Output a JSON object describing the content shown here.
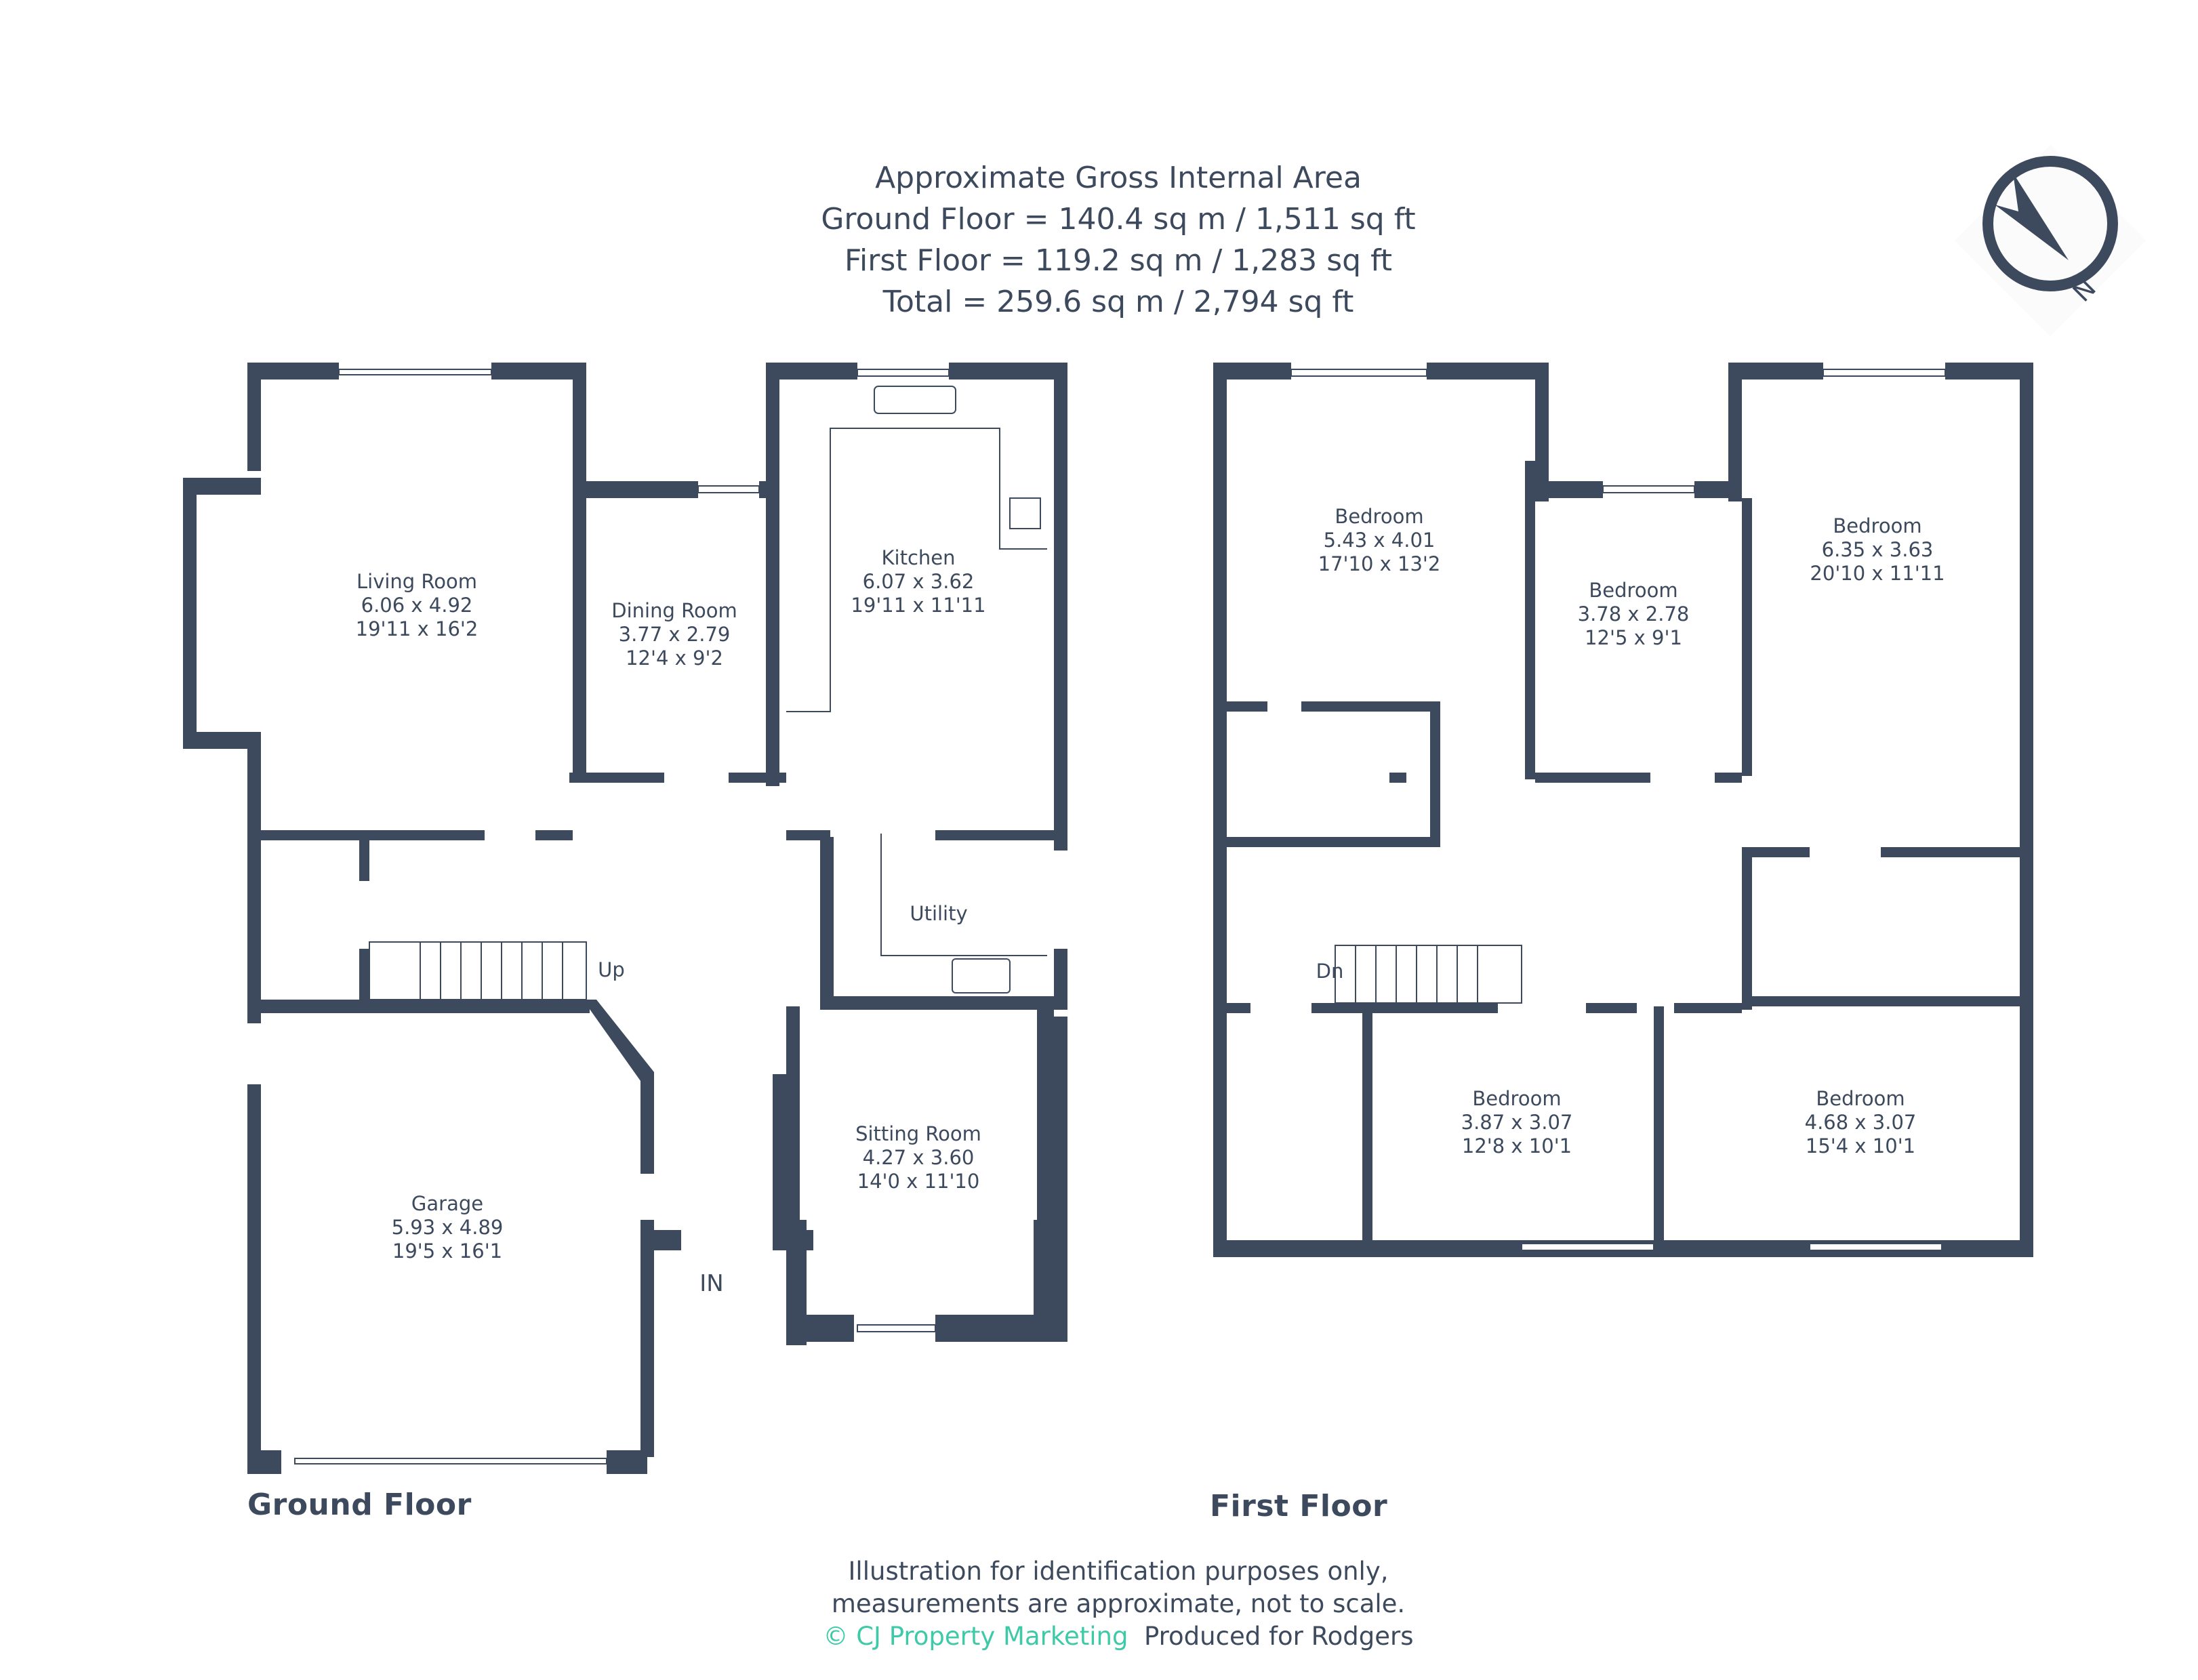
{
  "header": {
    "title": "Approximate Gross Internal Area",
    "ground_floor_area": "Ground Floor = 140.4 sq m / 1,511 sq ft",
    "first_floor_area": "First Floor = 119.2 sq m / 1,283 sq ft",
    "total_area": "Total = 259.6 sq m / 2,794 sq ft"
  },
  "compass": {
    "label": "N",
    "icon": "north-arrow-compass-icon"
  },
  "colors": {
    "wall": "#3d4a5e",
    "brand": "#3ec9a7",
    "background": "#ffffff"
  },
  "ground_floor": {
    "title": "Ground Floor",
    "rooms": [
      {
        "name": "Living Room",
        "metric": "6.06 x 4.92",
        "imperial": "19'11 x 16'2"
      },
      {
        "name": "Dining Room",
        "metric": "3.77 x 2.79",
        "imperial": "12'4 x 9'2"
      },
      {
        "name": "Kitchen",
        "metric": "6.07 x 3.62",
        "imperial": "19'11 x 11'11"
      },
      {
        "name": "Utility",
        "metric": "",
        "imperial": ""
      },
      {
        "name": "Sitting Room",
        "metric": "4.27 x 3.60",
        "imperial": "14'0 x 11'10"
      },
      {
        "name": "Garage",
        "metric": "5.93 x 4.89",
        "imperial": "19'5 x 16'1"
      }
    ],
    "stairs_label": "Up",
    "entrance_label": "IN"
  },
  "first_floor": {
    "title": "First Floor",
    "rooms": [
      {
        "name": "Bedroom",
        "metric": "5.43 x 4.01",
        "imperial": "17'10 x 13'2"
      },
      {
        "name": "Bedroom",
        "metric": "3.78 x 2.78",
        "imperial": "12'5 x 9'1"
      },
      {
        "name": "Bedroom",
        "metric": "6.35 x 3.63",
        "imperial": "20'10 x 11'11"
      },
      {
        "name": "Bedroom",
        "metric": "3.87 x 3.07",
        "imperial": "12'8 x 10'1"
      },
      {
        "name": "Bedroom",
        "metric": "4.68 x 3.07",
        "imperial": "15'4 x 10'1"
      }
    ],
    "stairs_label": "Dn"
  },
  "footer": {
    "line1": "Illustration for identification purposes only,",
    "line2": "measurements are approximate, not to scale.",
    "brand": "© CJ Property Marketing",
    "produced_for": "Produced for Rodgers"
  }
}
